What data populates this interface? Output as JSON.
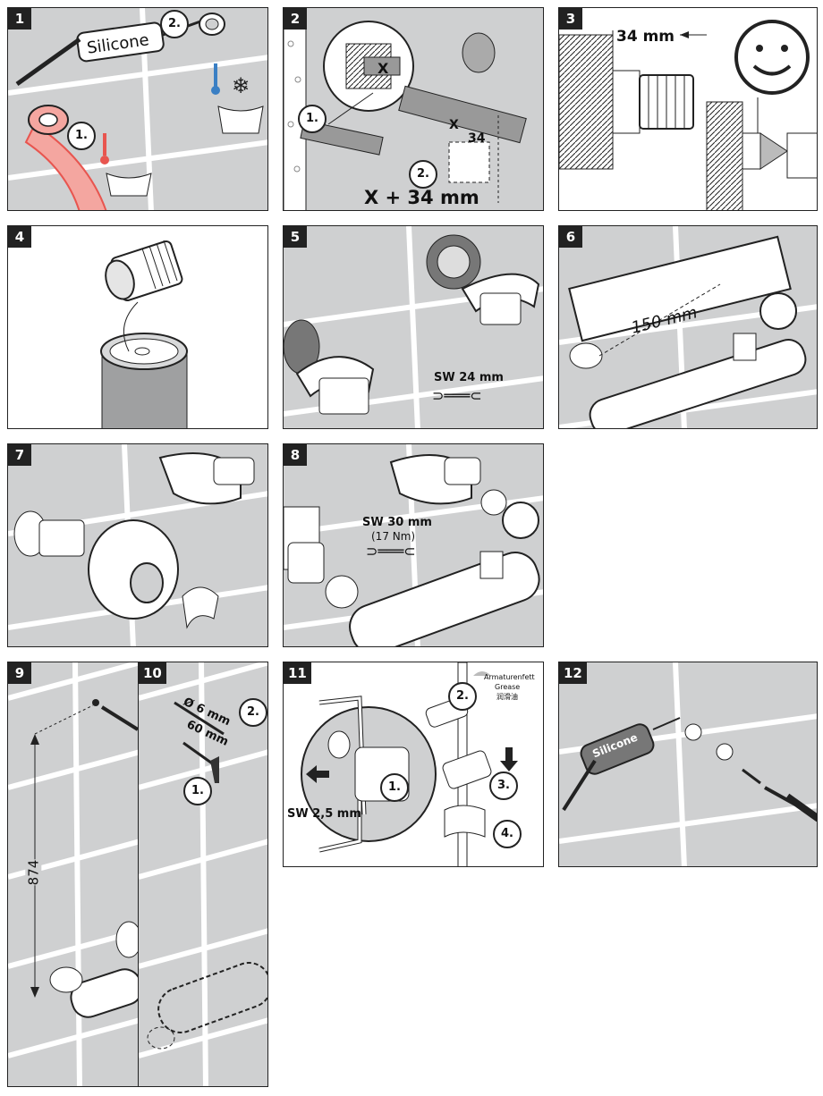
{
  "steps": [
    {
      "number": "1",
      "labels": {
        "tube": "Silicone",
        "sub1": "1.",
        "sub2": "2."
      }
    },
    {
      "number": "2",
      "labels": {
        "x": "X",
        "x2": "X",
        "dim": "34",
        "formula": "X + 34 mm",
        "sub1": "1.",
        "sub2": "2."
      }
    },
    {
      "number": "3",
      "labels": {
        "dim": "34 mm"
      }
    },
    {
      "number": "4",
      "labels": {}
    },
    {
      "number": "5",
      "labels": {
        "wrench": "SW 24 mm"
      }
    },
    {
      "number": "6",
      "labels": {
        "dist": "150 mm"
      }
    },
    {
      "number": "7",
      "labels": {}
    },
    {
      "number": "8",
      "labels": {
        "wrench": "SW 30 mm",
        "torque": "(17 Nm)"
      }
    },
    {
      "number": "9",
      "labels": {
        "height": "874"
      }
    },
    {
      "number": "10",
      "labels": {
        "diameter": "Ø 6 mm",
        "depth": "60 mm",
        "sub1": "1.",
        "sub2": "2."
      }
    },
    {
      "number": "11",
      "labels": {
        "grease_de": "Armaturenfett",
        "grease_en": "Grease",
        "grease_cn": "润滑油",
        "wrench": "SW 2,5 mm",
        "sub1": "1.",
        "sub2": "2.",
        "sub3": "3.",
        "sub4": "4."
      }
    },
    {
      "number": "12",
      "labels": {
        "tube": "Silicone"
      }
    }
  ],
  "colors": {
    "tile": "#cfd0d1",
    "grout": "#ffffff",
    "line": "#222222",
    "red": "#e8554f",
    "red_light": "#f4a6a0",
    "blue": "#3a7fc4"
  }
}
